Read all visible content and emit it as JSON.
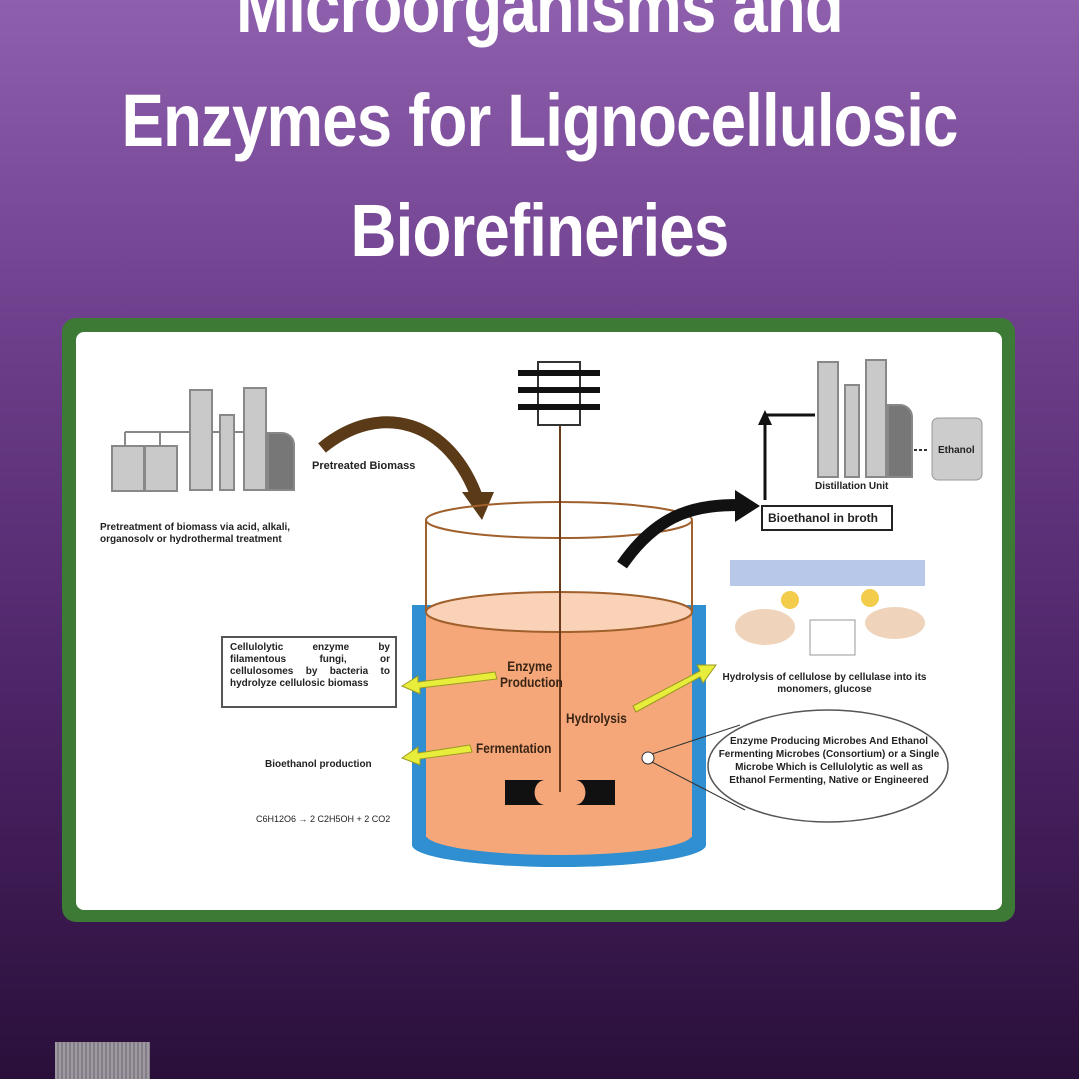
{
  "cover": {
    "title_lines": [
      "Microorganisms and",
      "Enzymes for Lignocellulosic",
      "Biorefineries"
    ]
  },
  "diagram": {
    "pretreatment_label": "Pretreatment of biomass via acid, alkali, organosolv or hydrothermal treatment",
    "pretreated_biomass": "Pretreated Biomass",
    "bioethanol_in_broth": "Bioethanol in broth",
    "distillation_unit": "Distillation Unit",
    "ethanol": "Ethanol",
    "enzyme_box": "Cellulolytic enzyme by filamentous fungi, or cellulosomes by bacteria to hydrolyze cellulosic biomass",
    "bioethanol_production": "Bioethanol production",
    "equation": "C6H12O6 → 2 C2H5OH + 2 CO2",
    "enzyme_production": "Enzyme Production",
    "fermentation": "Fermentation",
    "hydrolysis": "Hydrolysis",
    "hydrolysis_caption": "Hydrolysis of cellulose by cellulase into its monomers, glucose",
    "microbes_caption": "Enzyme Producing Microbes And Ethanol Fermenting Microbes (Consortium) or a Single Microbe Which is Cellulolytic as well as Ethanol Fermenting, Native or Engineered"
  },
  "colors": {
    "frame": "#3d7a35",
    "liquid": "#f5a77a",
    "jacket": "#2f8fd0",
    "arrow": "#e8ec3a"
  }
}
